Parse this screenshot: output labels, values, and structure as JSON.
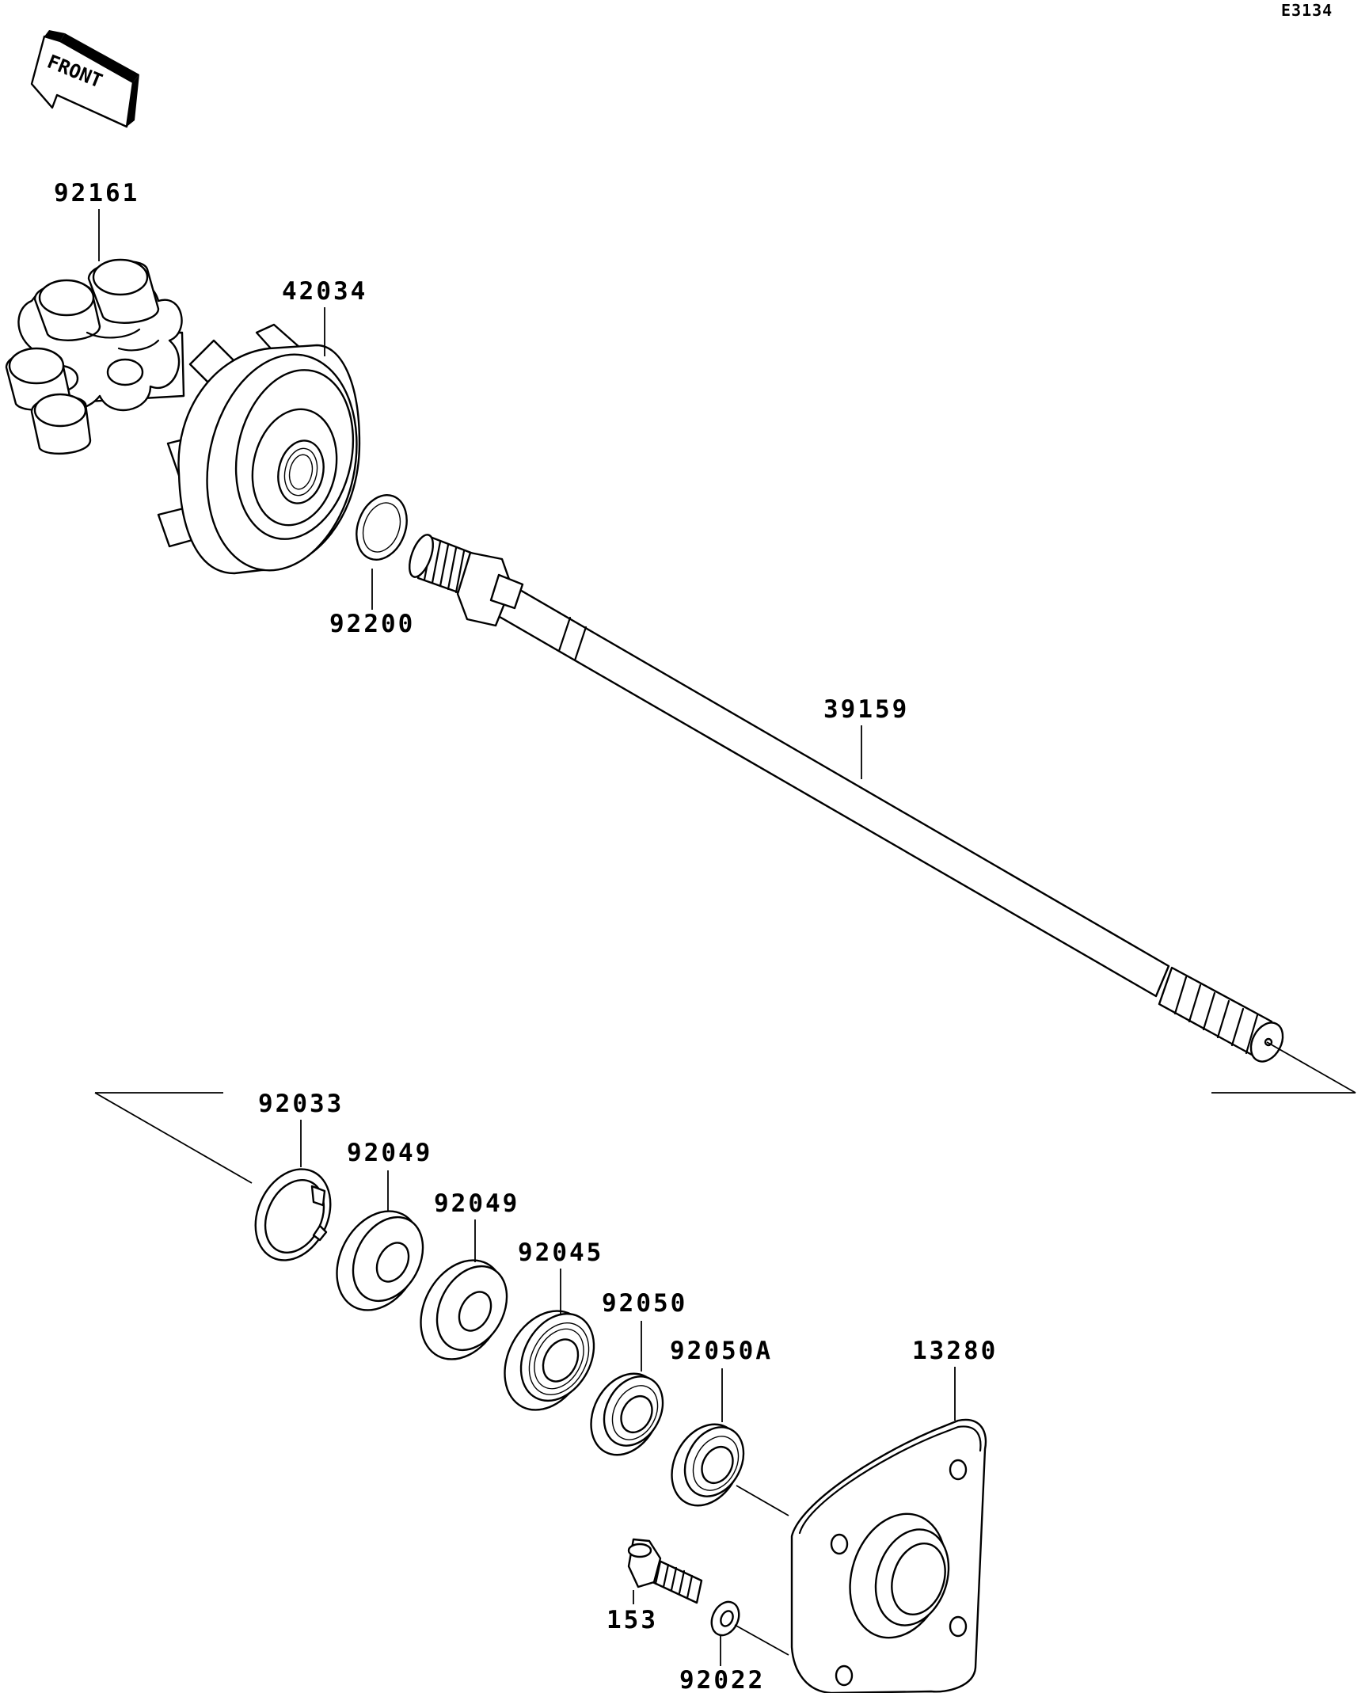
{
  "diagram_code": "E3134",
  "front_label": "FRONT",
  "parts": [
    {
      "id": "p92161",
      "number": "92161",
      "name": "damper"
    },
    {
      "id": "p42034",
      "number": "42034",
      "name": "coupling"
    },
    {
      "id": "p92200",
      "number": "92200",
      "name": "washer"
    },
    {
      "id": "p39159",
      "number": "39159",
      "name": "drive-shaft"
    },
    {
      "id": "p92033",
      "number": "92033",
      "name": "circlip"
    },
    {
      "id": "p92049a",
      "number": "92049",
      "name": "oil-seal"
    },
    {
      "id": "p92049b",
      "number": "92049",
      "name": "oil-seal"
    },
    {
      "id": "p92045",
      "number": "92045",
      "name": "ball-bearing"
    },
    {
      "id": "p92050",
      "number": "92050",
      "name": "seal"
    },
    {
      "id": "p92050A",
      "number": "92050A",
      "name": "seal"
    },
    {
      "id": "p13280",
      "number": "13280",
      "name": "bearing-plate"
    },
    {
      "id": "p153",
      "number": "153",
      "name": "bolt"
    },
    {
      "id": "p92022",
      "number": "92022",
      "name": "washer"
    }
  ]
}
